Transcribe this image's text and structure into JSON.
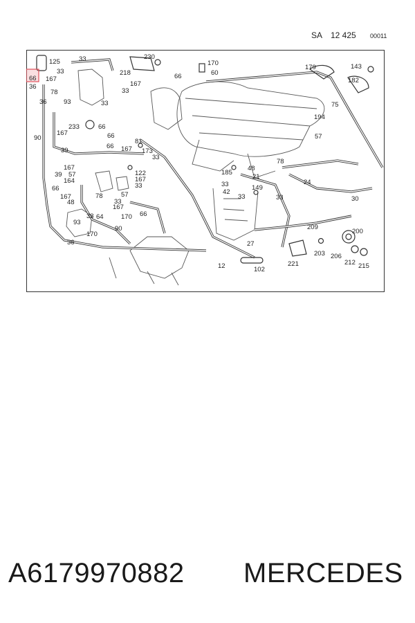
{
  "header": {
    "sheet_code": "SA",
    "sheet_number": "12 425",
    "sheet_sub": "00011"
  },
  "diagram": {
    "callouts": [
      {
        "id": "c125",
        "text": "125"
      },
      {
        "id": "c33a",
        "text": "33"
      },
      {
        "id": "c230",
        "text": "230"
      },
      {
        "id": "c170a",
        "text": "170"
      },
      {
        "id": "c60",
        "text": "60"
      },
      {
        "id": "c179",
        "text": "179"
      },
      {
        "id": "c143",
        "text": "143"
      },
      {
        "id": "c182",
        "text": "182"
      },
      {
        "id": "c66a",
        "text": "66"
      },
      {
        "id": "c33b",
        "text": "33"
      },
      {
        "id": "c218",
        "text": "218"
      },
      {
        "id": "c66b",
        "text": "66"
      },
      {
        "id": "c167a",
        "text": "167"
      },
      {
        "id": "c36a",
        "text": "36"
      },
      {
        "id": "c78a",
        "text": "78"
      },
      {
        "id": "c33c",
        "text": "33"
      },
      {
        "id": "c167b",
        "text": "167"
      },
      {
        "id": "c36b",
        "text": "36"
      },
      {
        "id": "c93a",
        "text": "93"
      },
      {
        "id": "c33d",
        "text": "33"
      },
      {
        "id": "c75",
        "text": "75"
      },
      {
        "id": "c194",
        "text": "194"
      },
      {
        "id": "c233",
        "text": "233"
      },
      {
        "id": "c66c",
        "text": "66"
      },
      {
        "id": "c167c",
        "text": "167"
      },
      {
        "id": "c90a",
        "text": "90"
      },
      {
        "id": "c66d",
        "text": "66"
      },
      {
        "id": "c57a",
        "text": "57"
      },
      {
        "id": "c39a",
        "text": "39"
      },
      {
        "id": "c66e",
        "text": "66"
      },
      {
        "id": "c81",
        "text": "81"
      },
      {
        "id": "c167d",
        "text": "167"
      },
      {
        "id": "c173",
        "text": "173"
      },
      {
        "id": "c33e",
        "text": "33"
      },
      {
        "id": "c78b",
        "text": "78"
      },
      {
        "id": "c167e",
        "text": "167"
      },
      {
        "id": "c57b",
        "text": "57"
      },
      {
        "id": "c39b",
        "text": "39"
      },
      {
        "id": "c164",
        "text": "164"
      },
      {
        "id": "c122",
        "text": "122"
      },
      {
        "id": "c167f",
        "text": "167"
      },
      {
        "id": "c33f",
        "text": "33"
      },
      {
        "id": "c185",
        "text": "185"
      },
      {
        "id": "c48a",
        "text": "48"
      },
      {
        "id": "c21",
        "text": "21"
      },
      {
        "id": "c24",
        "text": "24"
      },
      {
        "id": "c66f",
        "text": "66"
      },
      {
        "id": "c33g",
        "text": "33"
      },
      {
        "id": "c149",
        "text": "149"
      },
      {
        "id": "c42",
        "text": "42"
      },
      {
        "id": "c167g",
        "text": "167"
      },
      {
        "id": "c48b",
        "text": "48"
      },
      {
        "id": "c78c",
        "text": "78"
      },
      {
        "id": "c57c",
        "text": "57"
      },
      {
        "id": "c33h",
        "text": "33"
      },
      {
        "id": "c30",
        "text": "30"
      },
      {
        "id": "c33i",
        "text": "33"
      },
      {
        "id": "c33j",
        "text": "33"
      },
      {
        "id": "c64",
        "text": "64"
      },
      {
        "id": "c167h",
        "text": "167"
      },
      {
        "id": "c93b",
        "text": "93"
      },
      {
        "id": "c33k",
        "text": "33"
      },
      {
        "id": "c170b",
        "text": "170"
      },
      {
        "id": "c66g",
        "text": "66"
      },
      {
        "id": "c90b",
        "text": "90"
      },
      {
        "id": "c170c",
        "text": "170"
      },
      {
        "id": "c36c",
        "text": "36"
      },
      {
        "id": "c209",
        "text": "209"
      },
      {
        "id": "c200",
        "text": "200"
      },
      {
        "id": "c27",
        "text": "27"
      },
      {
        "id": "c203",
        "text": "203"
      },
      {
        "id": "c206",
        "text": "206"
      },
      {
        "id": "c212",
        "text": "212"
      },
      {
        "id": "c215",
        "text": "215"
      },
      {
        "id": "c221",
        "text": "221"
      },
      {
        "id": "c12",
        "text": "12"
      },
      {
        "id": "c102",
        "text": "102"
      }
    ]
  },
  "footer": {
    "part_number": "A6179970882",
    "brand": "MERCEDES"
  }
}
